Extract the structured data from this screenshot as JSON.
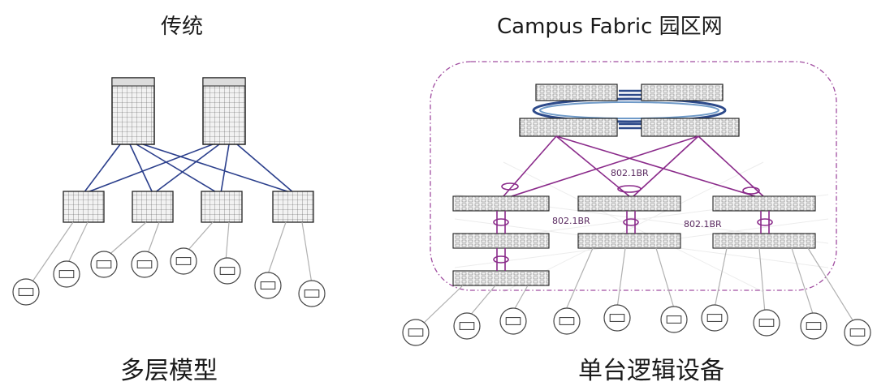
{
  "left": {
    "title": "传统",
    "caption": "多层模型"
  },
  "right": {
    "title": "Campus Fabric 园区网",
    "caption": "单台逻辑设备",
    "link_labels": [
      "802.1BR",
      "802.1BR",
      "802.1BR"
    ]
  },
  "colors": {
    "traditional_links": "#2b3f8c",
    "fabric_links": "#8a2a8a",
    "access_links": "#b0b0b0",
    "fabric_boundary": "#a04da0"
  },
  "device_icons": [
    "laptop-icon",
    "ip-phone-icon",
    "access-point-icon",
    "router-icon",
    "monitor-icon"
  ]
}
